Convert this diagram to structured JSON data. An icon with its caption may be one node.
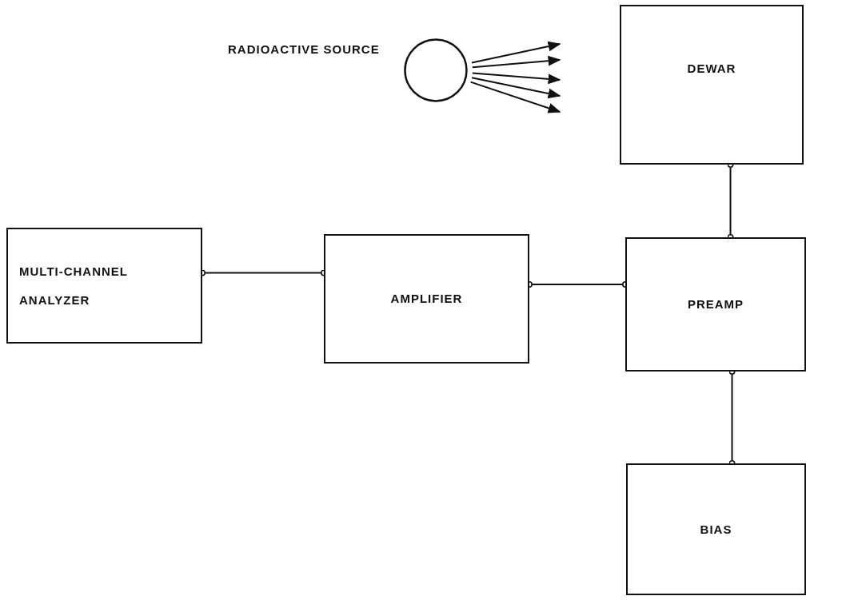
{
  "diagram": {
    "nodes": [
      {
        "text": [],
        "shape": "circle",
        "beside": [
          "RADIOACTIVE SOURCE"
        ]
      },
      {
        "text": [
          "DEWAR"
        ]
      },
      {
        "text": [
          "MULTI-CHANNEL ANALYZER"
        ]
      },
      {
        "text": [
          "AMPLIFIER"
        ]
      },
      {
        "text": [
          "PREAMP"
        ]
      },
      {
        "text": [
          "BIAS"
        ]
      }
    ],
    "edges": [
      {
        "from": 0,
        "to": null,
        "arrow": "to"
      },
      {
        "from": 0,
        "to": null,
        "arrow": "to"
      },
      {
        "from": 0,
        "to": null,
        "arrow": "to"
      },
      {
        "from": 0,
        "to": null,
        "arrow": "to"
      },
      {
        "from": 0,
        "to": null,
        "arrow": "to"
      },
      {
        "from": 2,
        "to": 3,
        "arrow": "other"
      },
      {
        "from": 3,
        "to": 4,
        "arrow": "other"
      },
      {
        "from": 1,
        "to": 4,
        "arrow": "other"
      },
      {
        "from": 4,
        "to": 5,
        "arrow": "other"
      }
    ]
  }
}
